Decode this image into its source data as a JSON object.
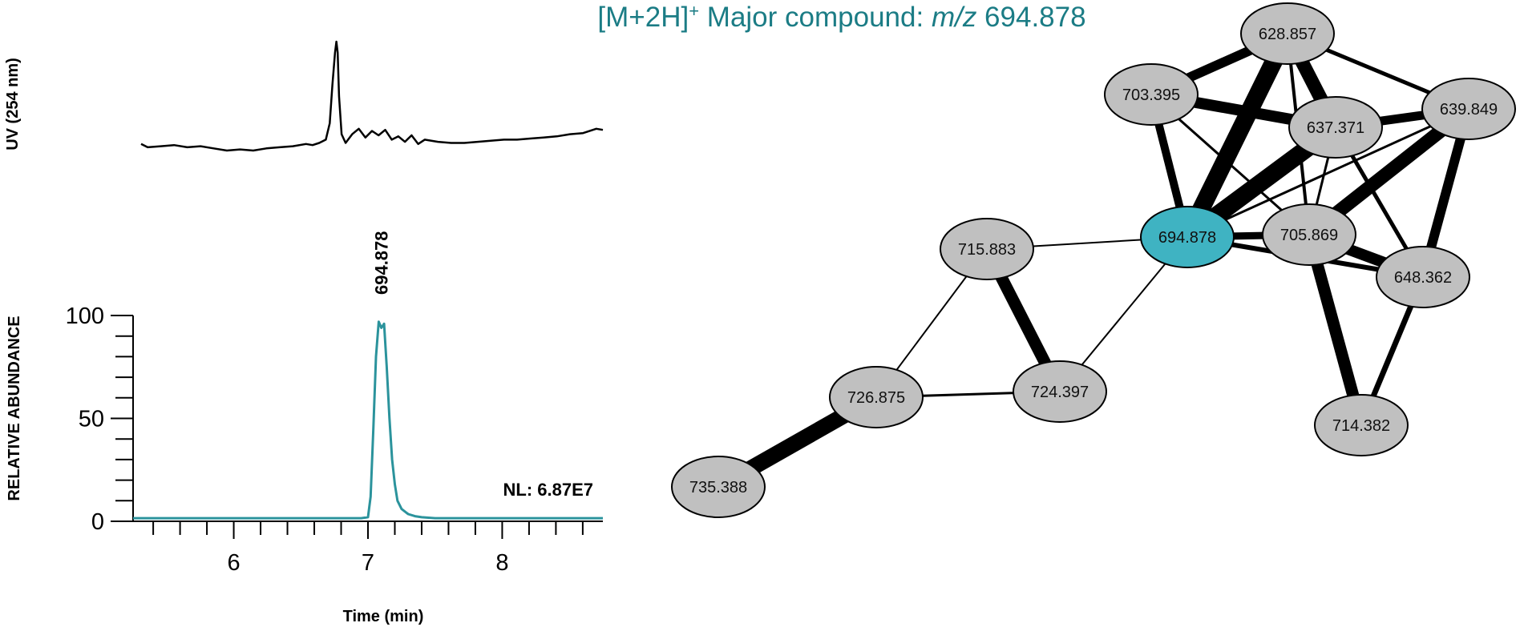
{
  "title": {
    "prefix": "[M+2H]",
    "superscript": "+",
    "middle": " Major compound: ",
    "italic": "m/z",
    "value": " 694.878",
    "color": "#1b7c85"
  },
  "colors": {
    "trace": "#2b939c",
    "highlight_node": "#3fb3c2",
    "node": "#c0c0c0",
    "edge": "#000000"
  },
  "chart_data": [
    {
      "type": "line",
      "ylabel": "UV (254 nm)",
      "xlim": [
        5.25,
        8.75
      ],
      "ylim": [
        0,
        1
      ],
      "axes_visible": false,
      "series": [
        {
          "x": [
            5.25,
            5.3,
            5.4,
            5.5,
            5.6,
            5.7,
            5.8,
            5.9,
            6.0,
            6.1,
            6.2,
            6.3,
            6.4,
            6.5,
            6.55,
            6.6,
            6.65,
            6.68,
            6.7,
            6.72,
            6.73,
            6.74,
            6.75,
            6.77,
            6.8,
            6.85,
            6.9,
            6.95,
            7.0,
            7.05,
            7.1,
            7.15,
            7.2,
            7.25,
            7.3,
            7.35,
            7.4,
            7.5,
            7.6,
            7.7,
            7.8,
            7.9,
            8.0,
            8.1,
            8.2,
            8.3,
            8.4,
            8.5,
            8.6,
            8.7,
            8.75
          ],
          "y": [
            0.06,
            0.03,
            0.04,
            0.05,
            0.03,
            0.04,
            0.02,
            0.0,
            0.01,
            0.0,
            0.02,
            0.03,
            0.04,
            0.06,
            0.05,
            0.07,
            0.1,
            0.25,
            0.6,
            0.9,
            1.0,
            0.9,
            0.5,
            0.15,
            0.07,
            0.15,
            0.2,
            0.12,
            0.18,
            0.14,
            0.19,
            0.1,
            0.13,
            0.08,
            0.14,
            0.06,
            0.1,
            0.08,
            0.07,
            0.07,
            0.08,
            0.09,
            0.1,
            0.1,
            0.11,
            0.12,
            0.13,
            0.15,
            0.16,
            0.2,
            0.19
          ]
        }
      ]
    },
    {
      "type": "line",
      "xlabel": "Time (min)",
      "ylabel": "RELATIVE ABUNDANCE",
      "xlim": [
        5.25,
        8.75
      ],
      "ylim": [
        0,
        100
      ],
      "xticks": [
        6,
        7,
        8
      ],
      "yticks": [
        0,
        50,
        100
      ],
      "x_minor_step": 0.2,
      "y_minor_step": 10,
      "annotation_peak": "694.878",
      "annotation_peak_x": 7.1,
      "annotation_nl": "NL: 6.87E7",
      "series": [
        {
          "x": [
            5.25,
            6.5,
            6.95,
            7.0,
            7.02,
            7.04,
            7.06,
            7.08,
            7.1,
            7.12,
            7.14,
            7.16,
            7.18,
            7.2,
            7.22,
            7.25,
            7.3,
            7.35,
            7.4,
            7.5,
            7.7,
            8.0,
            8.75
          ],
          "y": [
            1.5,
            1.5,
            1.5,
            2,
            12,
            45,
            80,
            97,
            94,
            96,
            75,
            50,
            30,
            18,
            10,
            6,
            3.5,
            2.5,
            2,
            1.5,
            1.5,
            1.5,
            1.5
          ]
        }
      ]
    }
  ],
  "network": {
    "nodes": [
      {
        "id": "628.857",
        "label": "628.857"
      },
      {
        "id": "703.395",
        "label": "703.395"
      },
      {
        "id": "637.371",
        "label": "637.371"
      },
      {
        "id": "639.849",
        "label": "639.849"
      },
      {
        "id": "715.883",
        "label": "715.883"
      },
      {
        "id": "694.878",
        "label": "694.878",
        "highlight": true
      },
      {
        "id": "705.869",
        "label": "705.869"
      },
      {
        "id": "648.362",
        "label": "648.362"
      },
      {
        "id": "726.875",
        "label": "726.875"
      },
      {
        "id": "724.397",
        "label": "724.397"
      },
      {
        "id": "714.382",
        "label": "714.382"
      },
      {
        "id": "735.388",
        "label": "735.388"
      }
    ],
    "edges": [
      {
        "from": "628.857",
        "to": "703.395",
        "weight": 12
      },
      {
        "from": "628.857",
        "to": "694.878",
        "weight": 22
      },
      {
        "from": "628.857",
        "to": "637.371",
        "weight": 17
      },
      {
        "from": "628.857",
        "to": "639.849",
        "weight": 5
      },
      {
        "from": "628.857",
        "to": "705.869",
        "weight": 4
      },
      {
        "from": "703.395",
        "to": "637.371",
        "weight": 14
      },
      {
        "from": "703.395",
        "to": "694.878",
        "weight": 10
      },
      {
        "from": "703.395",
        "to": "705.869",
        "weight": 3
      },
      {
        "from": "637.371",
        "to": "639.849",
        "weight": 11
      },
      {
        "from": "637.371",
        "to": "694.878",
        "weight": 22
      },
      {
        "from": "637.371",
        "to": "705.869",
        "weight": 3
      },
      {
        "from": "637.371",
        "to": "648.362",
        "weight": 5
      },
      {
        "from": "639.849",
        "to": "705.869",
        "weight": 17
      },
      {
        "from": "639.849",
        "to": "648.362",
        "weight": 12
      },
      {
        "from": "639.849",
        "to": "694.878",
        "weight": 3
      },
      {
        "from": "694.878",
        "to": "705.869",
        "weight": 9
      },
      {
        "from": "694.878",
        "to": "648.362",
        "weight": 6
      },
      {
        "from": "705.869",
        "to": "648.362",
        "weight": 14
      },
      {
        "from": "705.869",
        "to": "714.382",
        "weight": 15
      },
      {
        "from": "648.362",
        "to": "714.382",
        "weight": 7
      },
      {
        "from": "715.883",
        "to": "694.878",
        "weight": 2
      },
      {
        "from": "715.883",
        "to": "724.397",
        "weight": 15
      },
      {
        "from": "715.883",
        "to": "726.875",
        "weight": 2
      },
      {
        "from": "724.397",
        "to": "694.878",
        "weight": 2
      },
      {
        "from": "726.875",
        "to": "724.397",
        "weight": 3
      },
      {
        "from": "726.875",
        "to": "735.388",
        "weight": 20
      }
    ]
  }
}
